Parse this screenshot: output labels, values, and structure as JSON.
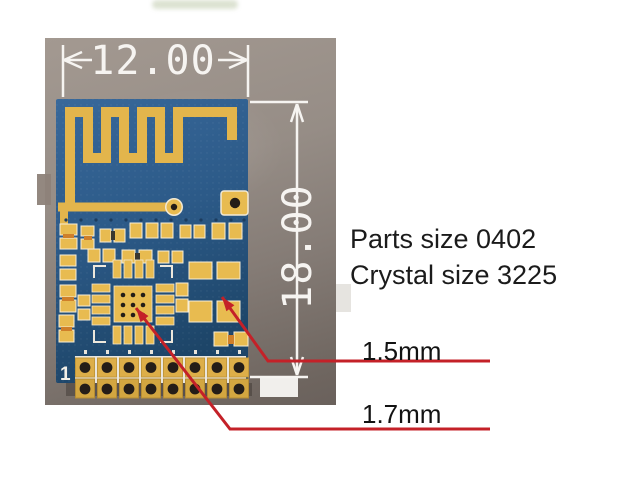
{
  "product_photo": {
    "dimensions": {
      "width_label": "12.00",
      "height_label": "18.00"
    },
    "notes": {
      "line1": "Parts size 0402",
      "line2": "Crystal size 3225"
    },
    "callouts": {
      "crystal_spacing": "1.5mm",
      "ic_spacing": "1.7mm"
    },
    "pcb": {
      "pin1_label": "1",
      "pin_columns": 8,
      "pin_rows": 2
    },
    "colors": {
      "callout_red": "#c42128",
      "pcb_blue": "#2e5d8c",
      "pad_gold": "#e8bb50",
      "photo_background": "#948b84",
      "dimension_white": "#f6f4f1",
      "note_text": "#1b1b1b"
    }
  }
}
